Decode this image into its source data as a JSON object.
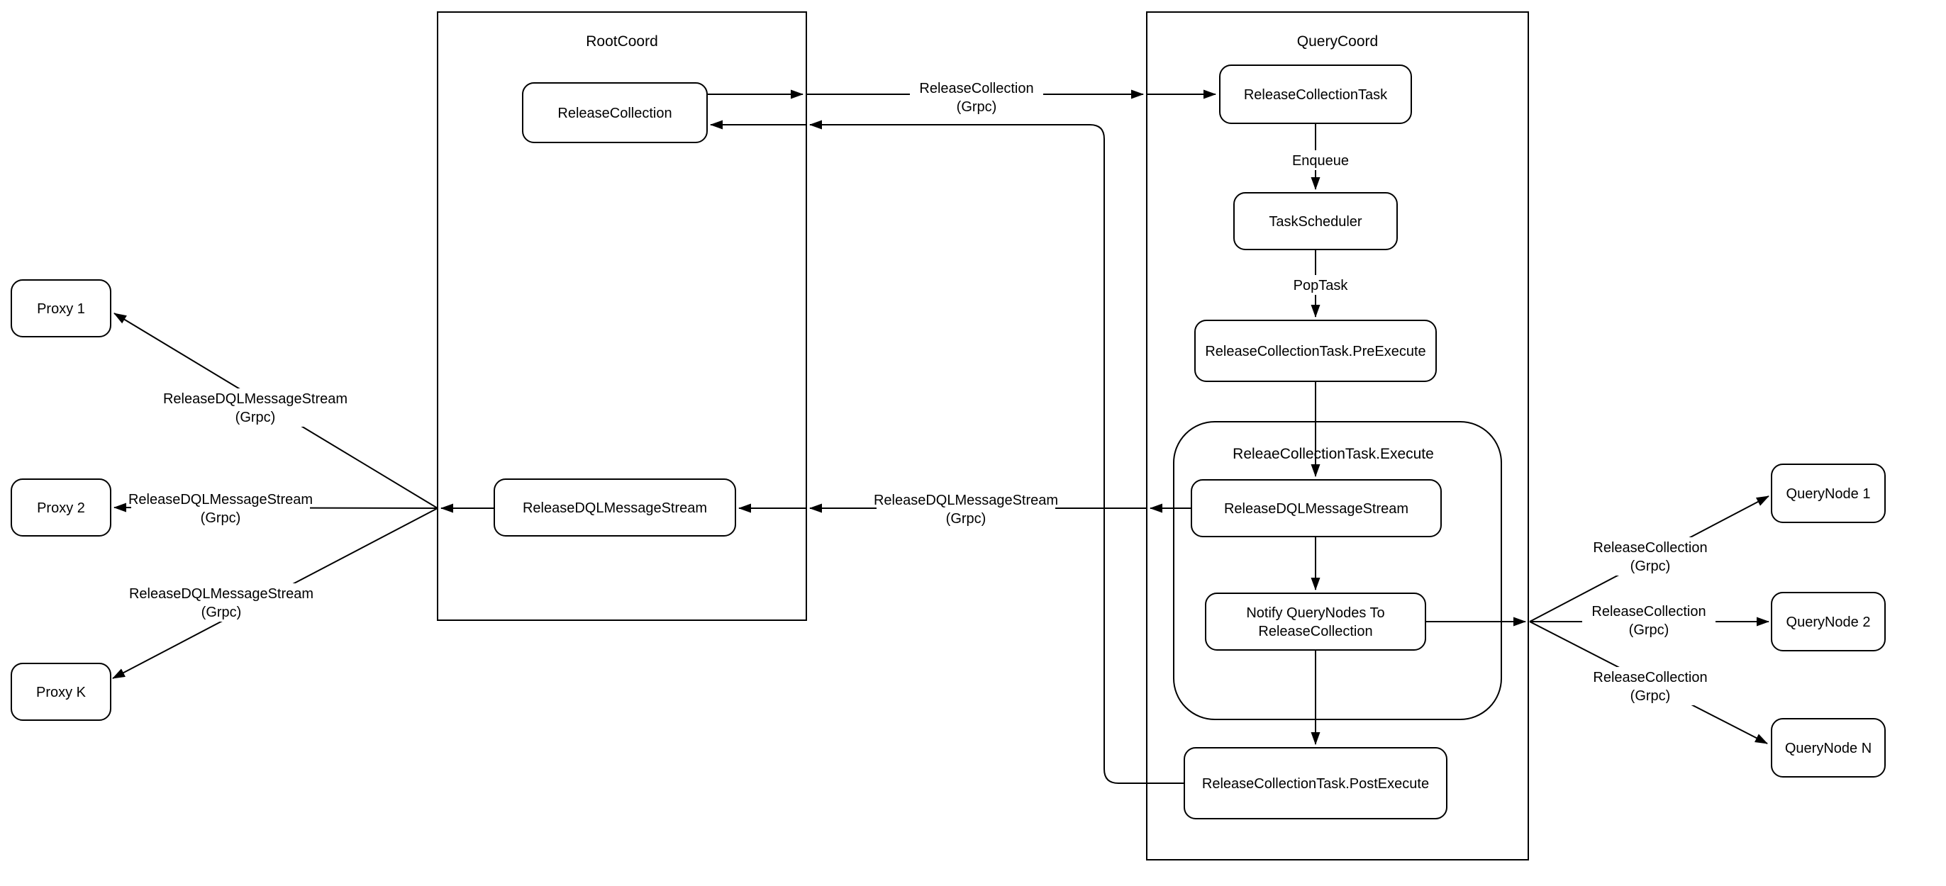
{
  "containers": {
    "root_coord": "RootCoord",
    "query_coord": "QueryCoord",
    "execute_group": "ReleaeCollectionTask.Execute"
  },
  "nodes": {
    "release_collection": "ReleaseCollection",
    "release_dql_message_stream": "ReleaseDQLMessageStream",
    "release_collection_task": "ReleaseCollectionTask",
    "task_scheduler": "TaskScheduler",
    "pre_execute": "ReleaseCollectionTask.PreExecute",
    "notify_line1": "Notify QueryNodes To",
    "notify_line2": "ReleaseCollection",
    "post_execute": "ReleaseCollectionTask.PostExecute",
    "proxy_1": "Proxy 1",
    "proxy_2": "Proxy 2",
    "proxy_k": "Proxy K",
    "query_node_1": "QueryNode 1",
    "query_node_2": "QueryNode 2",
    "query_node_n": "QueryNode N"
  },
  "edge_labels": {
    "enqueue": "Enqueue",
    "pop_task": "PopTask",
    "release_collection": "ReleaseCollection",
    "release_dql_message_stream": "ReleaseDQLMessageStream",
    "grpc": "(Grpc)"
  },
  "colors": {
    "stroke": "#000000",
    "node_fill": "#ffffff",
    "background": "#ffffff"
  }
}
